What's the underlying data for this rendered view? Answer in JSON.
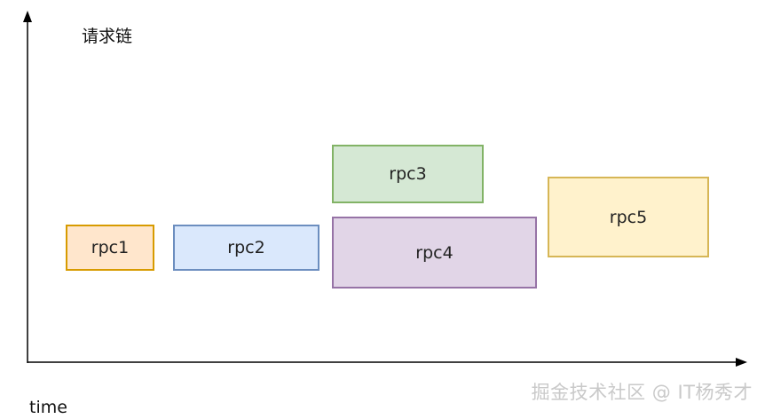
{
  "diagram": {
    "y_axis_label": "请求链",
    "x_axis_label": "time",
    "watermark": "掘金技术社区 @ IT杨秀才",
    "boxes": [
      {
        "id": "rpc1",
        "label": "rpc1",
        "fill": "#ffe6cc",
        "stroke": "#d79b00"
      },
      {
        "id": "rpc2",
        "label": "rpc2",
        "fill": "#dae8fc",
        "stroke": "#6c8ebf"
      },
      {
        "id": "rpc3",
        "label": "rpc3",
        "fill": "#d5e8d4",
        "stroke": "#82b366"
      },
      {
        "id": "rpc4",
        "label": "rpc4",
        "fill": "#e1d5e7",
        "stroke": "#9673a6"
      },
      {
        "id": "rpc5",
        "label": "rpc5",
        "fill": "#fff2cc",
        "stroke": "#d6b656"
      }
    ],
    "axis_color": "#000000"
  }
}
